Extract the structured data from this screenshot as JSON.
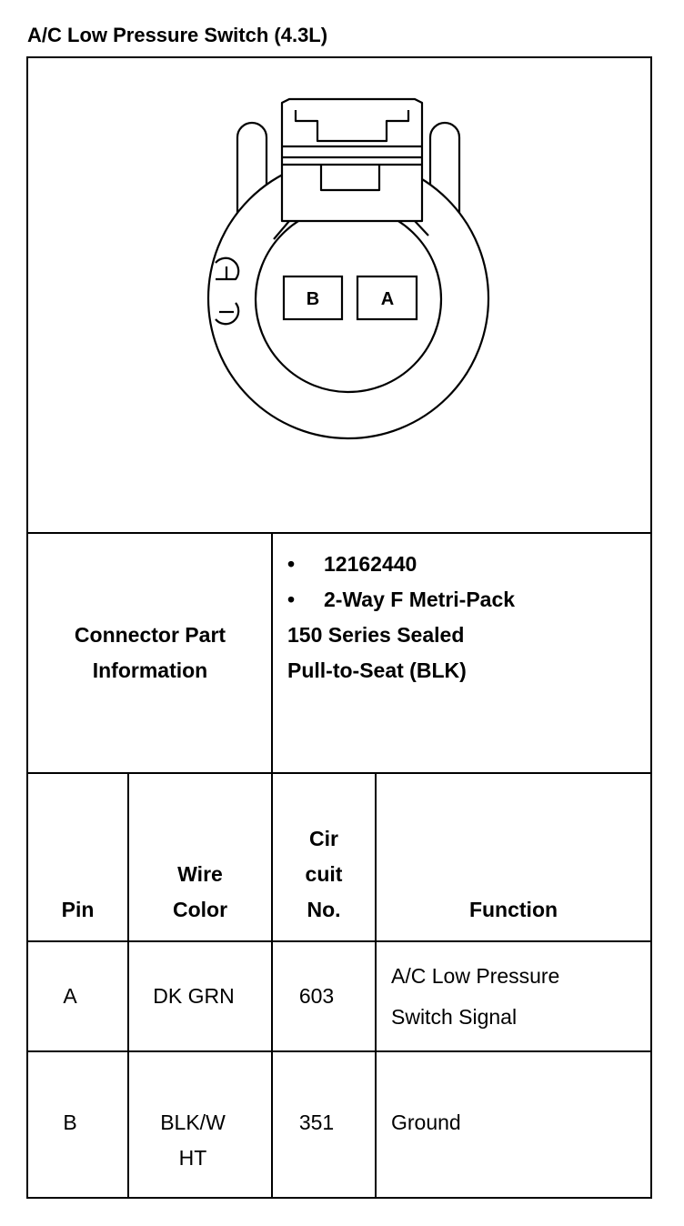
{
  "title": "A/C Low Pressure Switch (4.3L)",
  "connector": {
    "pin_b": "B",
    "pin_a": "A"
  },
  "info": {
    "label_line1": "Connector Part",
    "label_line2": "Information",
    "bullet1": "12162440",
    "bullet2": "2-Way F Metri-Pack",
    "line3": "150 Series Sealed",
    "line4": "Pull-to-Seat (BLK)"
  },
  "table": {
    "headers": {
      "pin": "Pin",
      "wire_color_1": "Wire",
      "wire_color_2": "Color",
      "circuit_1": "Cir",
      "circuit_2": "cuit",
      "circuit_3": "No.",
      "function": "Function"
    },
    "rows": [
      {
        "pin": "A",
        "wire_color_1": "DK GRN",
        "wire_color_2": "",
        "circuit": "603",
        "function_1": "A/C Low Pressure",
        "function_2": "Switch Signal"
      },
      {
        "pin": "B",
        "wire_color_1": "BLK/W",
        "wire_color_2": "HT",
        "circuit": "351",
        "function_1": "Ground",
        "function_2": ""
      }
    ]
  }
}
